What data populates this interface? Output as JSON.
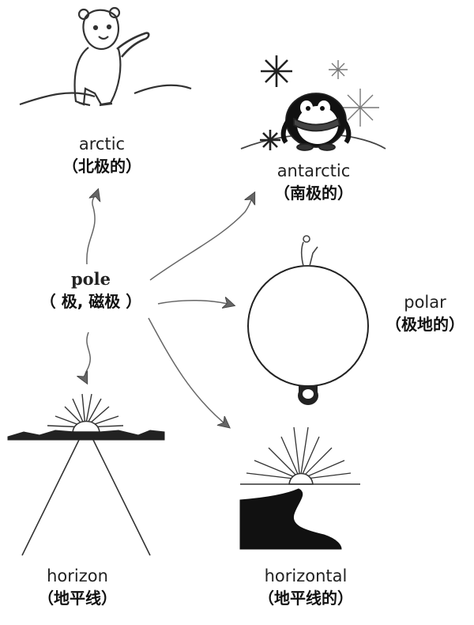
{
  "center": {
    "word": "pole",
    "gloss": "（ 极, 磁极 ）"
  },
  "nodes": {
    "arctic": {
      "word": "arctic",
      "gloss": "（北极的）"
    },
    "antarctic": {
      "word": "antarctic",
      "gloss": "（南极的）"
    },
    "polar": {
      "word": "polar",
      "gloss": "（极地的）"
    },
    "horizon": {
      "word": "horizon",
      "gloss": "（地平线）"
    },
    "horizontal": {
      "word": "horizontal",
      "gloss": "（地平线的）"
    }
  },
  "colors": {
    "line": "#333333",
    "fill": "#222222",
    "arrow": "#777777"
  }
}
